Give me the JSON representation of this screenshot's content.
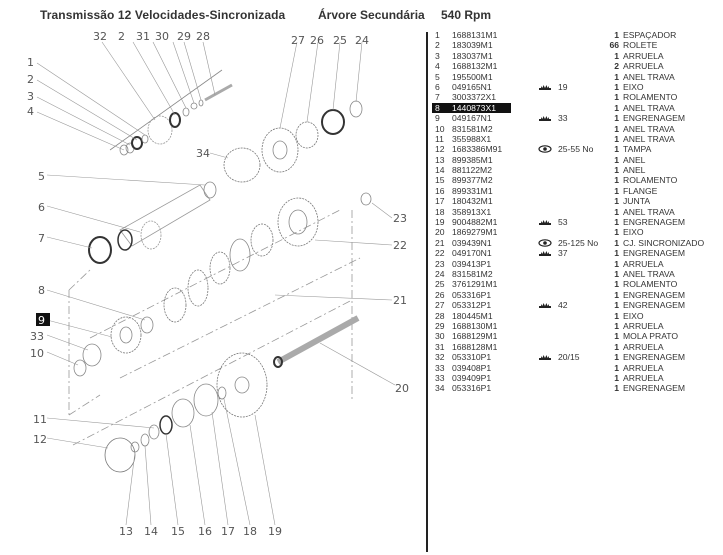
{
  "header": {
    "title": "Transmissão 12 Velocidades-Sincronizada",
    "subtitle": "Árvore Secundária",
    "rpm": "540 Rpm"
  },
  "diagram": {
    "callouts": [
      "1",
      "2",
      "3",
      "4",
      "5",
      "6",
      "7",
      "8",
      "9",
      "10",
      "11",
      "12",
      "13",
      "14",
      "15",
      "16",
      "17",
      "18",
      "19",
      "20",
      "21",
      "22",
      "23",
      "24",
      "25",
      "26",
      "27",
      "28",
      "29",
      "30",
      "31",
      "32",
      "33",
      "34",
      "2"
    ],
    "highlighted": "9"
  },
  "parts": [
    {
      "num": "1",
      "code": "1688131M1",
      "tag": "",
      "tag_icon": "",
      "qty": "1",
      "desc": "ESPAÇADOR"
    },
    {
      "num": "2",
      "code": "183039M1",
      "tag": "",
      "tag_icon": "",
      "qty": "66",
      "desc": "ROLETE"
    },
    {
      "num": "3",
      "code": "183037M1",
      "tag": "",
      "tag_icon": "",
      "qty": "1",
      "desc": "ARRUELA"
    },
    {
      "num": "4",
      "code": "1688132M1",
      "tag": "",
      "tag_icon": "",
      "qty": "2",
      "desc": "ARRUELA"
    },
    {
      "num": "5",
      "code": "195500M1",
      "tag": "",
      "tag_icon": "",
      "qty": "1",
      "desc": "ANEL TRAVA"
    },
    {
      "num": "6",
      "code": "049165N1",
      "tag": "19",
      "tag_icon": "gear-teeth-icon",
      "qty": "1",
      "desc": "EIXO"
    },
    {
      "num": "7",
      "code": "3003372X1",
      "tag": "",
      "tag_icon": "",
      "qty": "1",
      "desc": "ROLAMENTO"
    },
    {
      "num": "8",
      "code": "1440873X1",
      "tag": "",
      "tag_icon": "",
      "qty": "1",
      "desc": "ANEL TRAVA",
      "highlight": true
    },
    {
      "num": "9",
      "code": "049167N1",
      "tag": "33",
      "tag_icon": "gear-teeth-icon",
      "qty": "1",
      "desc": "ENGRENAGEM"
    },
    {
      "num": "10",
      "code": "831581M2",
      "tag": "",
      "tag_icon": "",
      "qty": "1",
      "desc": "ANEL TRAVA"
    },
    {
      "num": "11",
      "code": "355988X1",
      "tag": "",
      "tag_icon": "",
      "qty": "1",
      "desc": "ANEL TRAVA"
    },
    {
      "num": "12",
      "code": "1683386M91",
      "tag": "25-55 No",
      "tag_icon": "eye-icon",
      "qty": "1",
      "desc": "TAMPA"
    },
    {
      "num": "13",
      "code": "899385M1",
      "tag": "",
      "tag_icon": "",
      "qty": "1",
      "desc": "ANEL"
    },
    {
      "num": "14",
      "code": "881122M2",
      "tag": "",
      "tag_icon": "",
      "qty": "1",
      "desc": "ANEL"
    },
    {
      "num": "15",
      "code": "899377M2",
      "tag": "",
      "tag_icon": "",
      "qty": "1",
      "desc": "ROLAMENTO"
    },
    {
      "num": "16",
      "code": "899331M1",
      "tag": "",
      "tag_icon": "",
      "qty": "1",
      "desc": "FLANGE"
    },
    {
      "num": "17",
      "code": "180432M1",
      "tag": "",
      "tag_icon": "",
      "qty": "1",
      "desc": "JUNTA"
    },
    {
      "num": "18",
      "code": "358913X1",
      "tag": "",
      "tag_icon": "",
      "qty": "1",
      "desc": "ANEL TRAVA"
    },
    {
      "num": "19",
      "code": "9004882M1",
      "tag": "53",
      "tag_icon": "gear-teeth-icon",
      "qty": "1",
      "desc": "ENGRENAGEM"
    },
    {
      "num": "20",
      "code": "1869279M1",
      "tag": "",
      "tag_icon": "",
      "qty": "1",
      "desc": "EIXO"
    },
    {
      "num": "21",
      "code": "039439N1",
      "tag": "25-125 No",
      "tag_icon": "eye-icon",
      "qty": "1",
      "desc": "CJ. SINCRONIZADO"
    },
    {
      "num": "22",
      "code": "049170N1",
      "tag": "37",
      "tag_icon": "gear-teeth-icon",
      "qty": "1",
      "desc": "ENGRENAGEM"
    },
    {
      "num": "23",
      "code": "039413P1",
      "tag": "",
      "tag_icon": "",
      "qty": "1",
      "desc": "ARRUELA"
    },
    {
      "num": "24",
      "code": "831581M2",
      "tag": "",
      "tag_icon": "",
      "qty": "1",
      "desc": "ANEL TRAVA"
    },
    {
      "num": "25",
      "code": "3761291M1",
      "tag": "",
      "tag_icon": "",
      "qty": "1",
      "desc": "ROLAMENTO"
    },
    {
      "num": "26",
      "code": "053316P1",
      "tag": "",
      "tag_icon": "",
      "qty": "1",
      "desc": "ENGRENAGEM"
    },
    {
      "num": "27",
      "code": "053312P1",
      "tag": "42",
      "tag_icon": "gear-teeth-icon",
      "qty": "1",
      "desc": "ENGRENAGEM"
    },
    {
      "num": "28",
      "code": "180445M1",
      "tag": "",
      "tag_icon": "",
      "qty": "1",
      "desc": "EIXO"
    },
    {
      "num": "29",
      "code": "1688130M1",
      "tag": "",
      "tag_icon": "",
      "qty": "1",
      "desc": "ARRUELA"
    },
    {
      "num": "30",
      "code": "1688129M1",
      "tag": "",
      "tag_icon": "",
      "qty": "1",
      "desc": "MOLA PRATO"
    },
    {
      "num": "31",
      "code": "1688128M1",
      "tag": "",
      "tag_icon": "",
      "qty": "1",
      "desc": "ARRUELA"
    },
    {
      "num": "32",
      "code": "053310P1",
      "tag": "20/15",
      "tag_icon": "gear-teeth-icon",
      "qty": "1",
      "desc": "ENGRENAGEM"
    },
    {
      "num": "33",
      "code": "039408P1",
      "tag": "",
      "tag_icon": "",
      "qty": "1",
      "desc": "ARRUELA"
    },
    {
      "num": "33",
      "code": "039409P1",
      "tag": "",
      "tag_icon": "",
      "qty": "1",
      "desc": "ARRUELA"
    },
    {
      "num": "34",
      "code": "053316P1",
      "tag": "",
      "tag_icon": "",
      "qty": "1",
      "desc": "ENGRENAGEM"
    }
  ]
}
